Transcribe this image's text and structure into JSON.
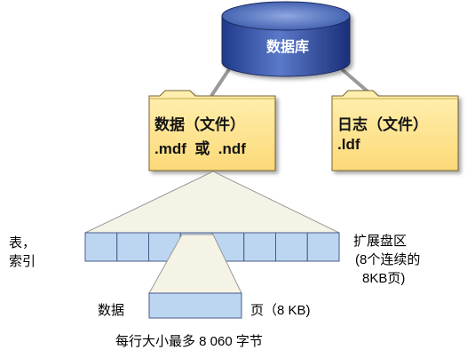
{
  "database": {
    "label": "数据库"
  },
  "data_file": {
    "line1": "数据（文件）",
    "line2": ".mdf  或  .ndf"
  },
  "log_file": {
    "line1": "日志（文件）",
    "line2": ".ldf"
  },
  "left_label": {
    "line1": "表，",
    "line2": "索引"
  },
  "extent_label": {
    "line1": "扩展盘区",
    "line2": "(8个连续的",
    "line3": "8KB页)"
  },
  "page_left_label": "数据",
  "page_right_label": "页（8 KB)",
  "bottom_caption": "每行大小最多 8 060 字节",
  "colors": {
    "db_blue": "#3f5aa8",
    "folder_fill": "#fde79a",
    "page_cell_fill": "#bcd6f2",
    "cell_stroke": "#4a5a8a"
  }
}
